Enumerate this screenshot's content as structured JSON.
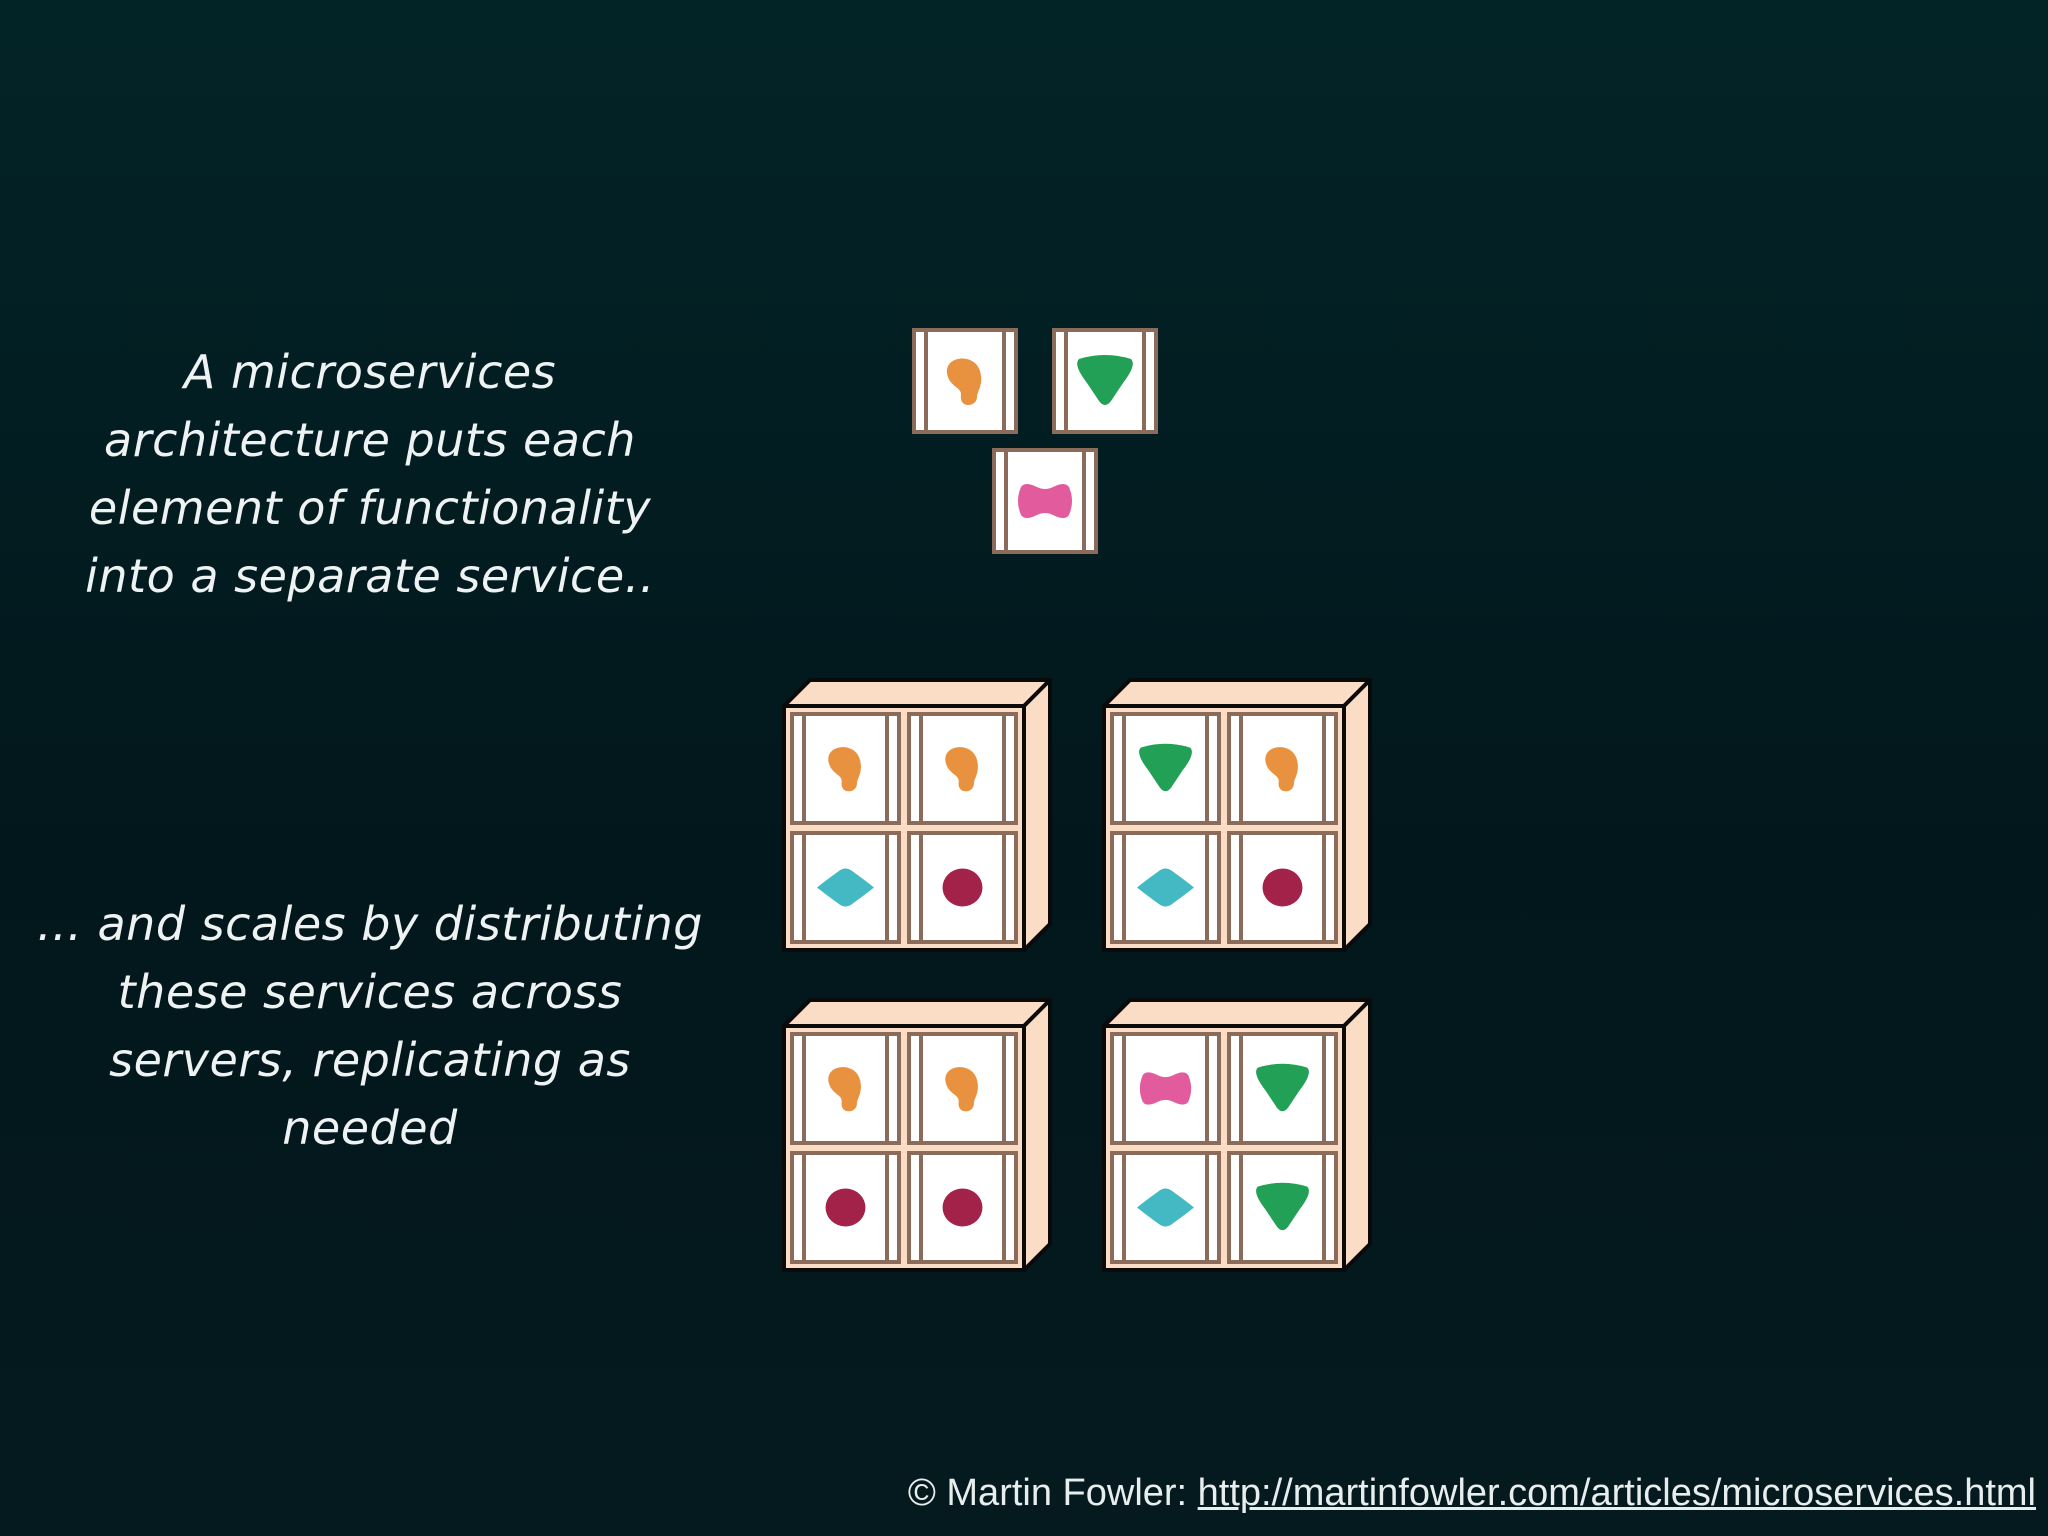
{
  "captions": {
    "top": [
      "A microservices",
      "architecture puts each",
      "element of functionality",
      "into a separate service.."
    ],
    "bottom": [
      "... and scales by distributing",
      "these services across",
      "servers, replicating as",
      "needed"
    ]
  },
  "footer": {
    "prefix": "© Martin Fowler: ",
    "link": "http://martinfowler.com/articles/microservices.html"
  },
  "colors": {
    "orange": "#e8913e",
    "green": "#22a055",
    "pink": "#e25b9d",
    "teal": "#45b9c3",
    "maroon": "#a3224a",
    "frame": "#8b6b5a",
    "server": "#fbdcc4"
  },
  "services": [
    "orange-blob",
    "green-triangle",
    "pink-bowtie"
  ],
  "servers": [
    [
      "orange-blob",
      "orange-blob",
      "teal-diamond",
      "maroon-circle"
    ],
    [
      "green-triangle",
      "orange-blob",
      "teal-diamond",
      "maroon-circle"
    ],
    [
      "orange-blob",
      "orange-blob",
      "maroon-circle",
      "maroon-circle"
    ],
    [
      "pink-bowtie",
      "green-triangle",
      "teal-diamond",
      "green-triangle"
    ]
  ]
}
